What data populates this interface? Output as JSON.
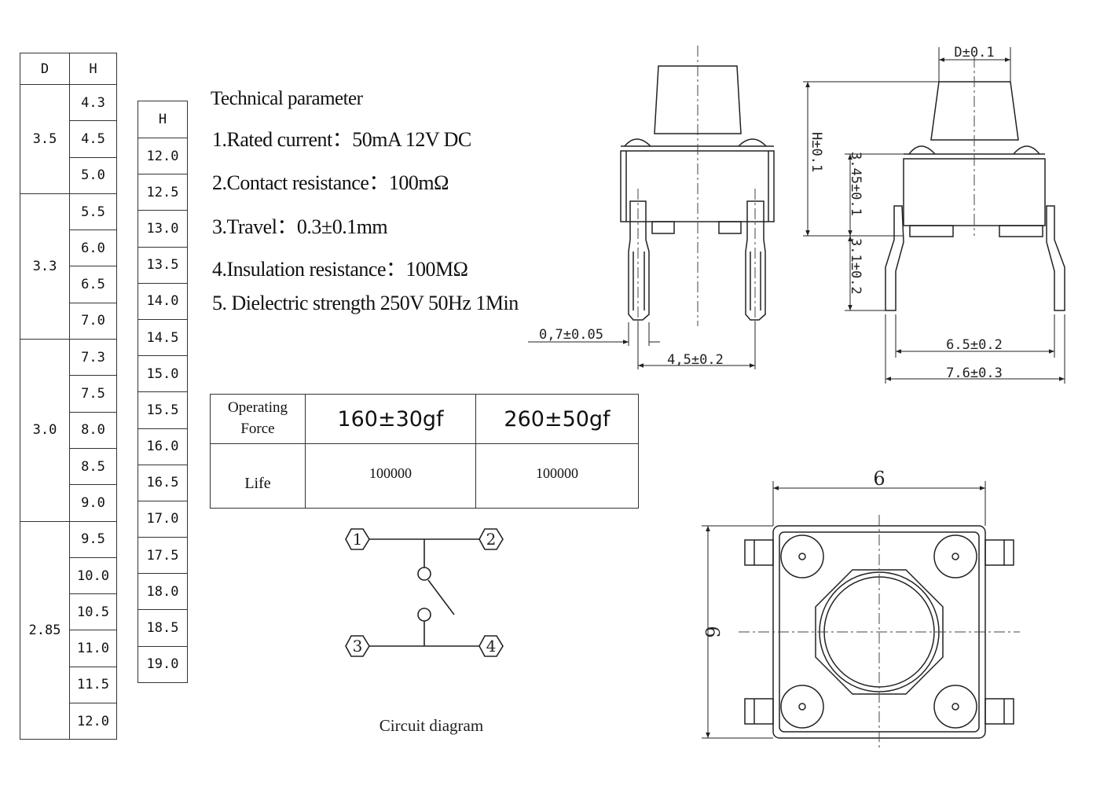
{
  "dh_table": {
    "header_d": "D",
    "header_h": "H",
    "groups": [
      {
        "d": "3.5",
        "h": [
          "4.3",
          "4.5",
          "5.0"
        ]
      },
      {
        "d": "3.3",
        "h": [
          "5.5",
          "6.0",
          "6.5",
          "7.0"
        ]
      },
      {
        "d": "3.0",
        "h": [
          "7.3",
          "7.5",
          "8.0",
          "8.5",
          "9.0"
        ]
      },
      {
        "d": "2.85",
        "h": [
          "9.5",
          "10.0",
          "10.5",
          "11.0",
          "11.5",
          "12.0"
        ]
      }
    ]
  },
  "h_table": {
    "header": "H",
    "values": [
      "12.0",
      "12.5",
      "13.0",
      "13.5",
      "14.0",
      "14.5",
      "15.0",
      "15.5",
      "16.0",
      "16.5",
      "17.0",
      "17.5",
      "18.0",
      "18.5",
      "19.0"
    ]
  },
  "technical": {
    "title": "Technical parameter",
    "items": [
      "1.Rated current：50mA 12V DC",
      "2.Contact resistance：100mΩ",
      "3.Travel：0.3±0.1mm",
      "4.Insulation resistance：100MΩ",
      "5. Dielectric strength 250V 50Hz 1Min"
    ]
  },
  "force_table": {
    "row1_label": [
      "Operating",
      "Force"
    ],
    "force_1": "160±30gf",
    "force_2": "260±50gf",
    "row2_label": "Life",
    "life_1": "100000",
    "life_2": "100000"
  },
  "circuit": {
    "caption": "Circuit diagram",
    "pins": [
      "1",
      "2",
      "3",
      "4"
    ]
  },
  "dimensions": {
    "pin_width": "0,7±0.05",
    "pin_pitch": "4,5±0.2",
    "d": "D±0.1",
    "h": "H±0.1",
    "body_height": "3.45±0.1",
    "lead_height": "3.1±0.2",
    "lead_span_inner": "6.5±0.2",
    "lead_span_outer": "7.6±0.3",
    "top_width": "6",
    "top_height": "6"
  }
}
